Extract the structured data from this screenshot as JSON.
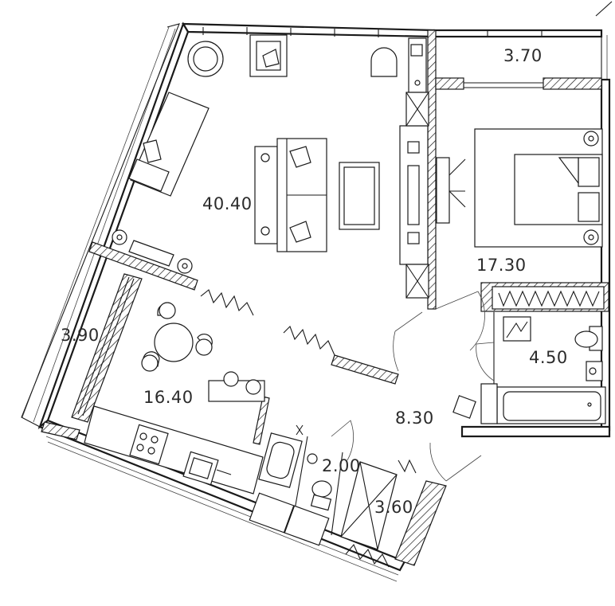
{
  "rooms": [
    {
      "id": "living",
      "area": "40.40"
    },
    {
      "id": "balcony-top",
      "area": "3.70"
    },
    {
      "id": "bedroom",
      "area": "17.30"
    },
    {
      "id": "balcony-left",
      "area": "3.90"
    },
    {
      "id": "kitchen",
      "area": "16.40"
    },
    {
      "id": "bathroom",
      "area": "4.50"
    },
    {
      "id": "hall",
      "area": "8.30"
    },
    {
      "id": "wc",
      "area": "2.00"
    },
    {
      "id": "storage",
      "area": "3.60"
    }
  ]
}
